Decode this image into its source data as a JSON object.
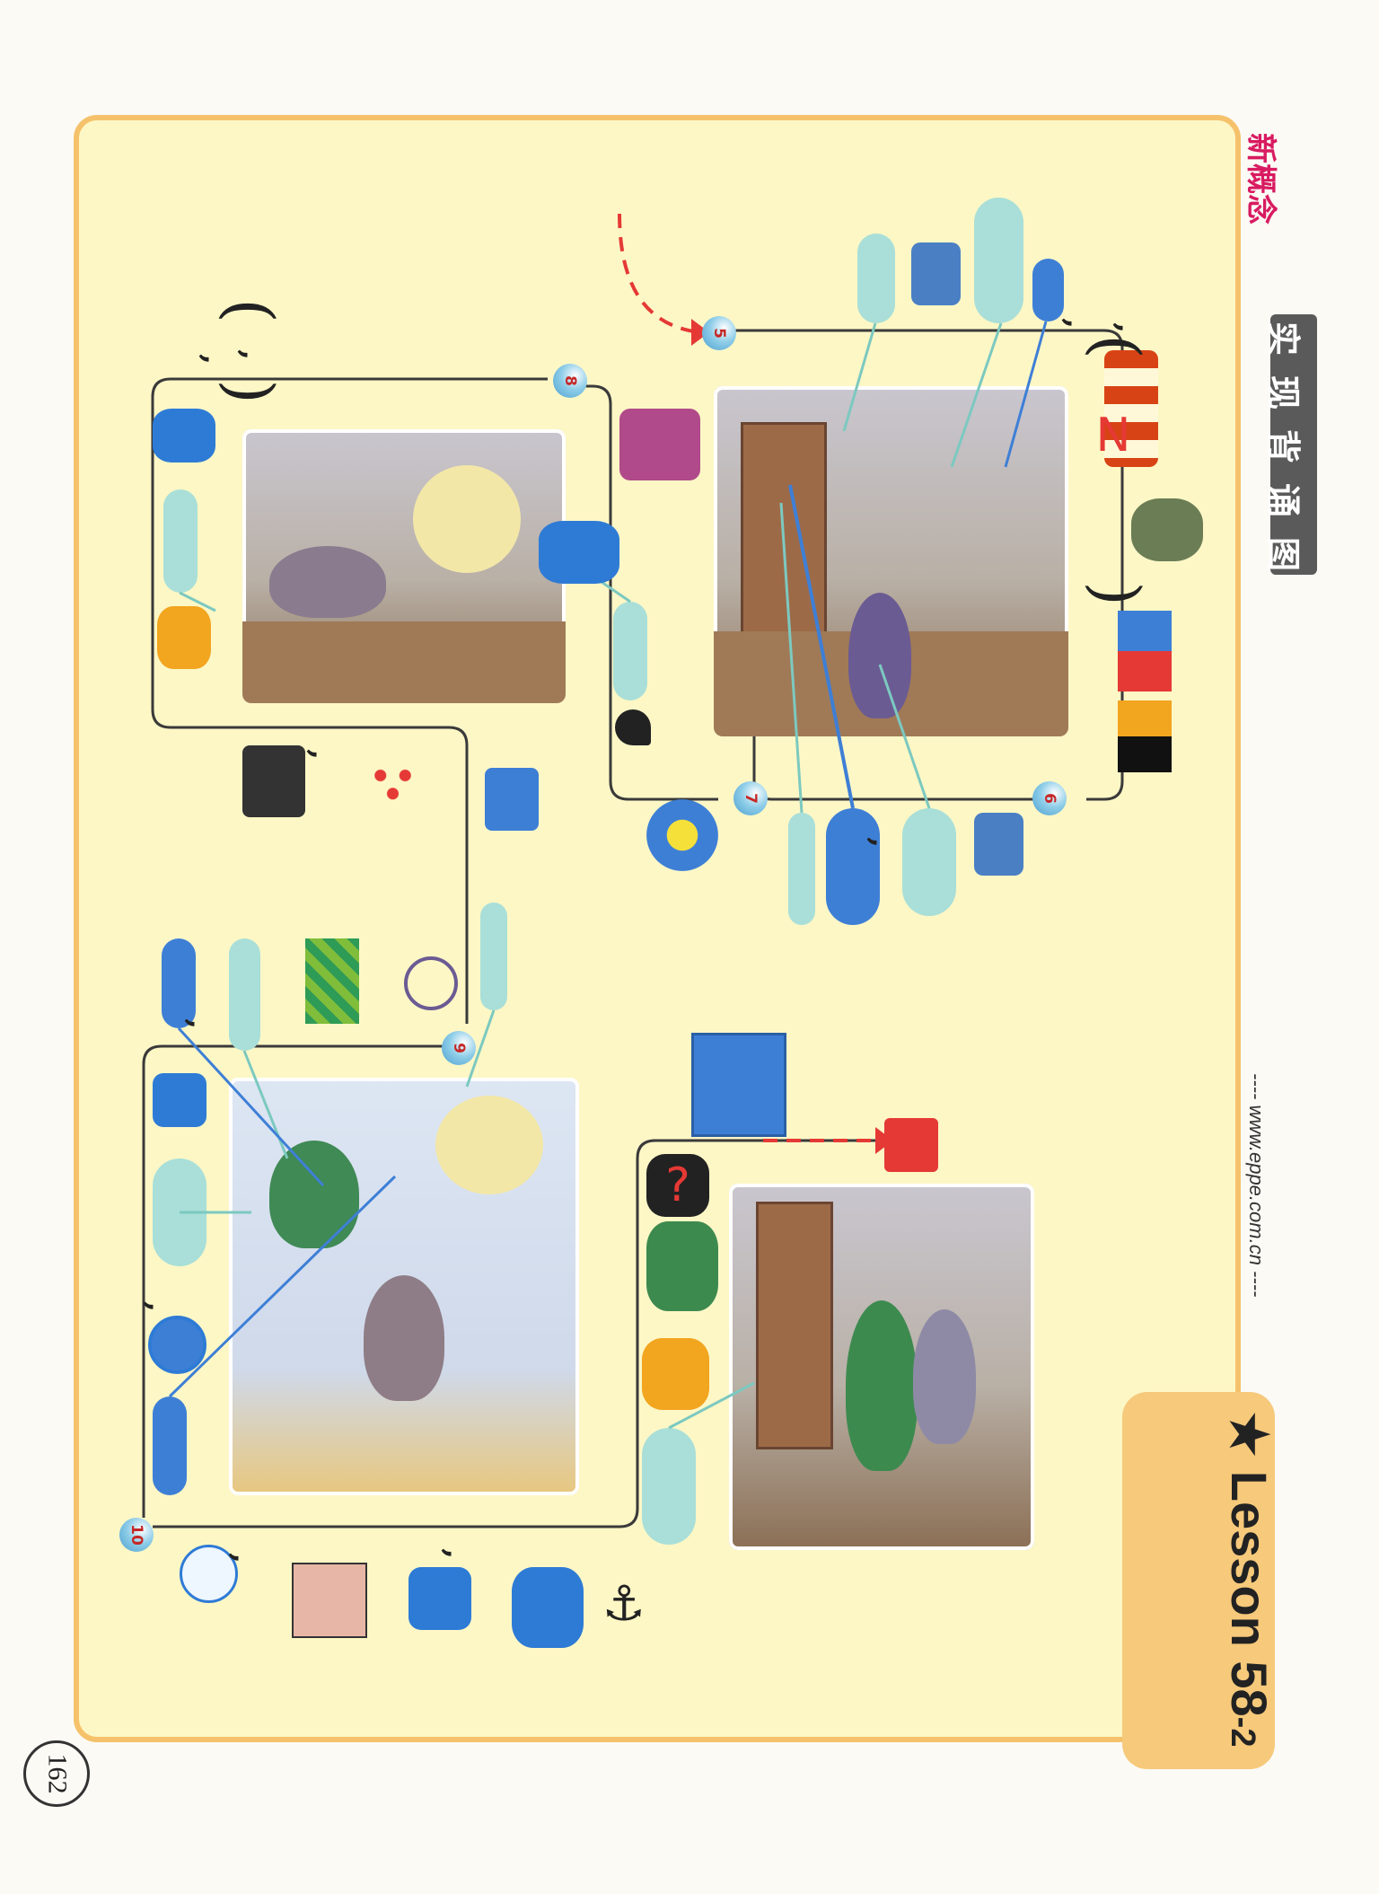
{
  "header": {
    "brand": "新概念",
    "subtitle": "实现背诵图"
  },
  "footer": {
    "lesson_main": "Lesson 58",
    "lesson_sub": "-2",
    "url": "---- www.eppe.com.cn ----",
    "page_number": "162"
  },
  "steps": [
    "5",
    "6",
    "7",
    "8",
    "9",
    "10"
  ],
  "punctuation": [
    ",",
    ",",
    ",",
    ",",
    ",",
    ",",
    ",",
    ",",
    ",",
    ","
  ],
  "parentheses": [
    "(",
    ")",
    "(",
    ")"
  ],
  "colors": {
    "frame": "#fdf7c6",
    "frame_border": "#f5c26b",
    "blank_light": "#a9dfd8",
    "blank_dark": "#3e7fd6",
    "step_number": "#c62828"
  },
  "icons": [
    "walking-man-icon",
    "lock-key-icon",
    "people-icon",
    "thief-icon",
    "door-icon",
    "box-burst-icon",
    "hand-pointing-icon",
    "chair-icon",
    "woman-sitting-icon",
    "figure-icon",
    "shopping-icon",
    "cash-register-icon",
    "dots-icon",
    "clock-icon",
    "stripes-icon",
    "bag-icon",
    "anchor-icon",
    "man-angry-icon",
    "question-icon",
    "box-up-icon",
    "book-icon"
  ]
}
